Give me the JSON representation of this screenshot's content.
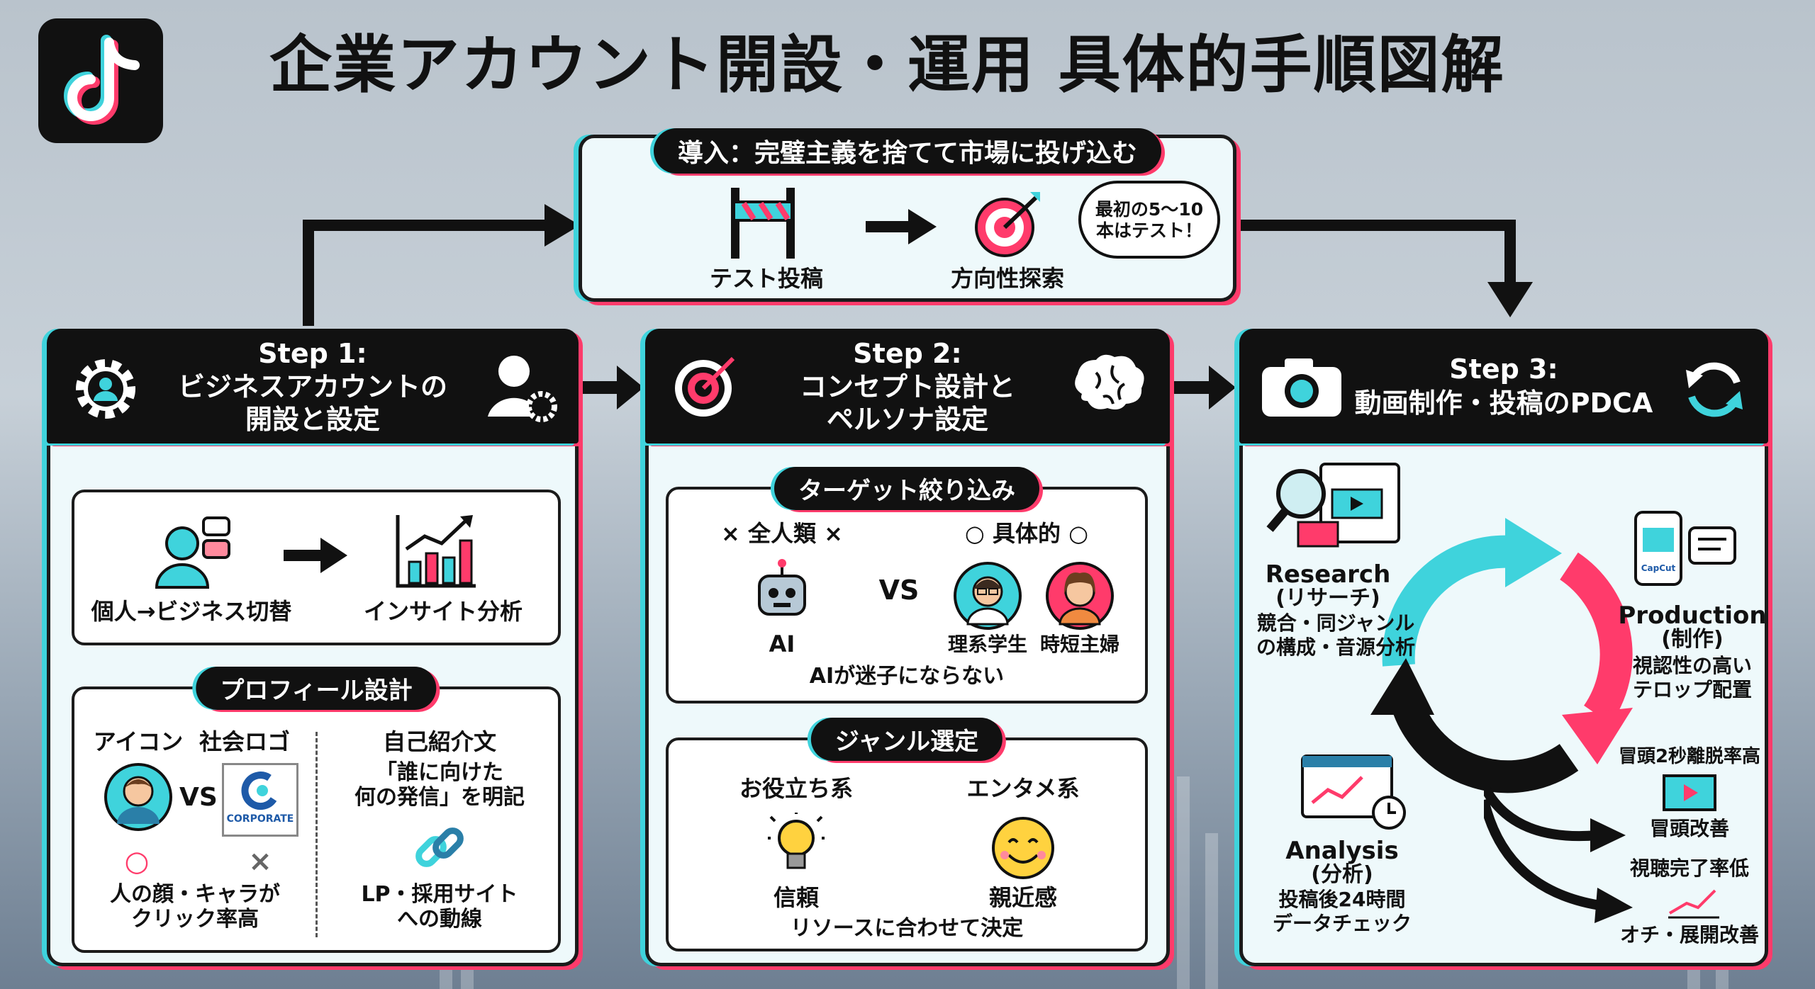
{
  "title": "企業アカウント開設・運用 具体的手順図解",
  "intro": {
    "title": "導入：完璧主義を捨てて市場に投げ込む",
    "item1": "テスト投稿",
    "item2": "方向性探索",
    "bubble": "最初の5〜10\n本はテスト！"
  },
  "step1": {
    "label": "Step 1:",
    "title": "ビジネスアカウントの\n開設と設定",
    "switch": "個人→ビジネス切替",
    "insight": "インサイト分析",
    "profile_title": "プロフィール設計",
    "icon_label": "アイコン",
    "logo_label": "社会ロゴ",
    "vs": "VS",
    "corporate": "CORPORATE",
    "circle_mark": "○",
    "cross_mark": "×",
    "face_note": "人の顔・キャラが\nクリック率高",
    "bio_title": "自己紹介文",
    "bio_note": "「誰に向けた\n何の発信」を明記",
    "link_note": "LP・採用サイト\nへの動線"
  },
  "step2": {
    "label": "Step 2:",
    "title": "コンセプト設計と\nペルソナ設定",
    "target_title": "ターゲット絞り込み",
    "bad": "× 全人類 ×",
    "good": "○ 具体的 ○",
    "ai": "AI",
    "vs": "VS",
    "p1": "理系学生",
    "p2": "時短主婦",
    "ai_note": "AIが迷子にならない",
    "genre_title": "ジャンル選定",
    "g1": "お役立ち系",
    "g2": "エンタメ系",
    "g1_sub": "信頼",
    "g2_sub": "親近感",
    "genre_note": "リソースに合わせて決定"
  },
  "step3": {
    "label": "Step 3:",
    "title": "動画制作・投稿のPDCA",
    "research": "Research",
    "research_jp": "(リサーチ)",
    "research_note": "競合・同ジャンル\nの構成・音源分析",
    "production": "Production",
    "production_jp": "(制作)",
    "production_note": "視認性の高い\nテロップ配置",
    "capcut": "CapCut",
    "analysis": "Analysis",
    "analysis_jp": "(分析)",
    "analysis_note": "投稿後24時間\nデータチェック",
    "branch1_top": "冒頭2秒離脱率高",
    "branch1_bottom": "冒頭改善",
    "branch2_top": "視聴完了率低",
    "branch2_bottom": "オチ・展開改善"
  }
}
